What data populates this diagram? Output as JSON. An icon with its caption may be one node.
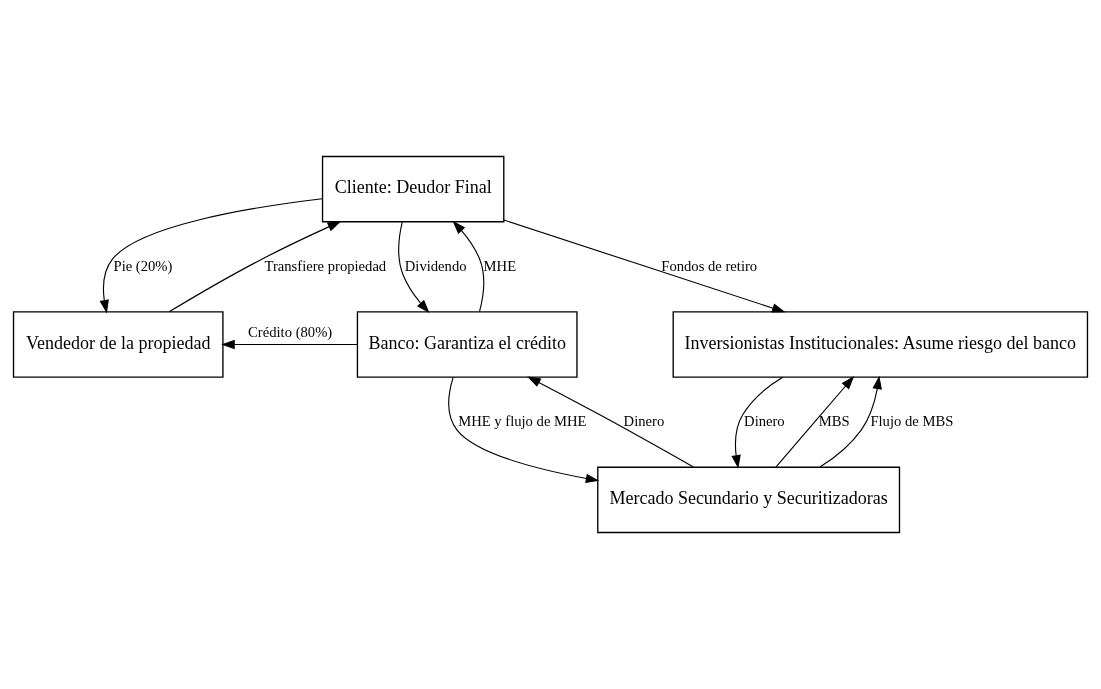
{
  "diagram": {
    "nodes": [
      {
        "text": [
          "Cliente: Deudor Final"
        ]
      },
      {
        "text": [
          "Vendedor de la propiedad"
        ]
      },
      {
        "text": [
          "Banco: Garantiza el crédito"
        ]
      },
      {
        "text": [
          "Inversionistas Institucionales: Asume riesgo del banco"
        ]
      },
      {
        "text": [
          "Mercado Secundario y Securitizadoras"
        ]
      }
    ],
    "edges": [
      {
        "from": 0,
        "to": 1,
        "arrow": "to",
        "label": "Pie (20%)"
      },
      {
        "from": 1,
        "to": 0,
        "arrow": "to",
        "label": "Transfiere propiedad"
      },
      {
        "from": 2,
        "to": 0,
        "arrow": "to",
        "label": "MHE"
      },
      {
        "from": 0,
        "to": 2,
        "arrow": "to",
        "label": "Dividendo"
      },
      {
        "from": 0,
        "to": 3,
        "arrow": "to",
        "label": "Fondos de retiro"
      },
      {
        "from": 2,
        "to": 1,
        "arrow": "to",
        "label": "Crédito (80%)"
      },
      {
        "from": 4,
        "to": 2,
        "arrow": "to",
        "label": "Dinero"
      },
      {
        "from": 2,
        "to": 4,
        "arrow": "to",
        "label": "MHE y flujo de MHE"
      },
      {
        "from": 3,
        "to": 4,
        "arrow": "to",
        "label": "Dinero"
      },
      {
        "from": 4,
        "to": 3,
        "arrow": "to",
        "label": "MBS"
      },
      {
        "from": 4,
        "to": 3,
        "arrow": "to",
        "label": "Flujo de MBS"
      }
    ]
  }
}
